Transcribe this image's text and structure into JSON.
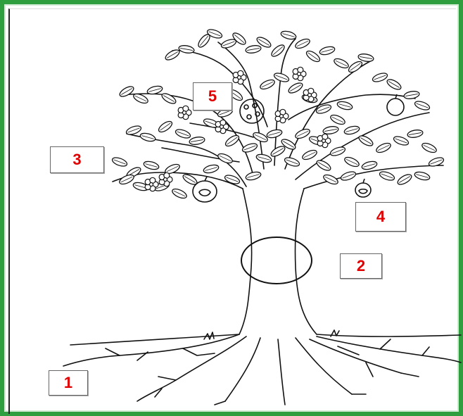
{
  "diagram": {
    "labels": [
      {
        "id": "1",
        "text": "1"
      },
      {
        "id": "2",
        "text": "2"
      },
      {
        "id": "3",
        "text": "3"
      },
      {
        "id": "4",
        "text": "4"
      },
      {
        "id": "5",
        "text": "5"
      }
    ]
  },
  "colors": {
    "frame": "#2e9e3e",
    "label_text": "#e00000",
    "ink": "#111111"
  }
}
